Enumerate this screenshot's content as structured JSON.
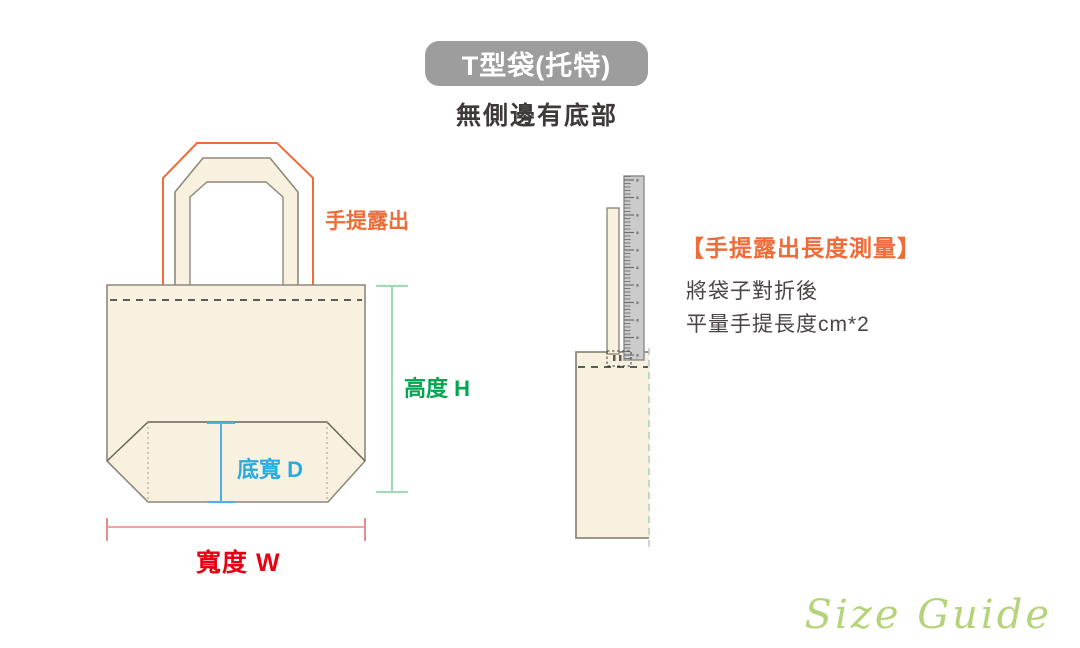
{
  "header": {
    "badge": "T型袋(托特)",
    "subtitle": "無側邊有底部"
  },
  "front_view": {
    "labels": {
      "handle_exposure": "手提露出",
      "height": "高度 H",
      "bottom_width": "底寬 D",
      "width": "寬度 W"
    }
  },
  "note": {
    "heading": "【手提露出長度測量】",
    "line1": "將袋子對折後",
    "line2": "平量手提長度cm*2"
  },
  "footer": {
    "watermark": "Size Guide"
  },
  "colors": {
    "badge_gray": "#9d9d9d",
    "text_dark": "#3e3a39",
    "orange_accent": "#ed6c3a",
    "green_text": "#00a650",
    "green_line": "#a5d8b5",
    "blue_text": "#29abe2",
    "blue_line": "#4fb0e0",
    "red_text": "#e60012",
    "red_line": "#f2a5a5",
    "bag_fill": "#f8f1e0",
    "bag_outline": "#8f897c",
    "gusset_line": "#6b6257",
    "fold_dash_green": "#b5cfc2",
    "ruler_gray": "#cbcbcb",
    "watermark_green": "#b5d37b"
  }
}
